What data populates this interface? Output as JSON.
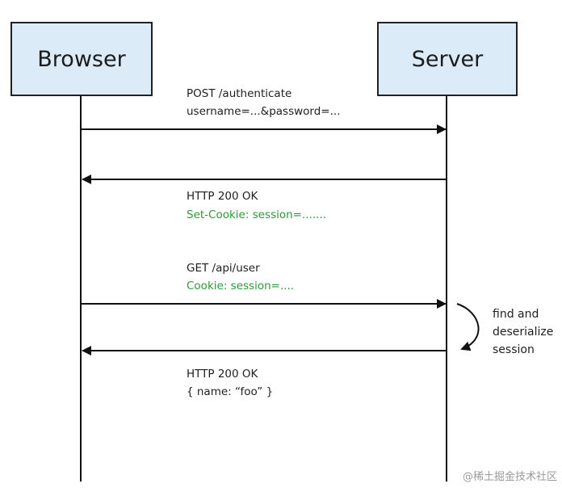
{
  "actors": {
    "browser": "Browser",
    "server": "Server"
  },
  "messages": [
    {
      "line1": "POST /authenticate",
      "line2": "username=...&password=..."
    },
    {
      "line1": "HTTP 200 OK",
      "line2": "Set-Cookie: session=......."
    },
    {
      "line1": "GET /api/user",
      "line2": "Cookie: session=...."
    },
    {
      "line1": "HTTP 200 OK",
      "line2": "{  name: “foo” }"
    }
  ],
  "note": {
    "line1": "find and",
    "line2": "deserialize",
    "line3": "session"
  },
  "watermark": "@稀土掘金技术社区",
  "colors": {
    "actor_box_fill": "#dcebf8",
    "actor_box_stroke": "#222222",
    "line": "#111111",
    "highlight_text": "#2a9a3a"
  }
}
